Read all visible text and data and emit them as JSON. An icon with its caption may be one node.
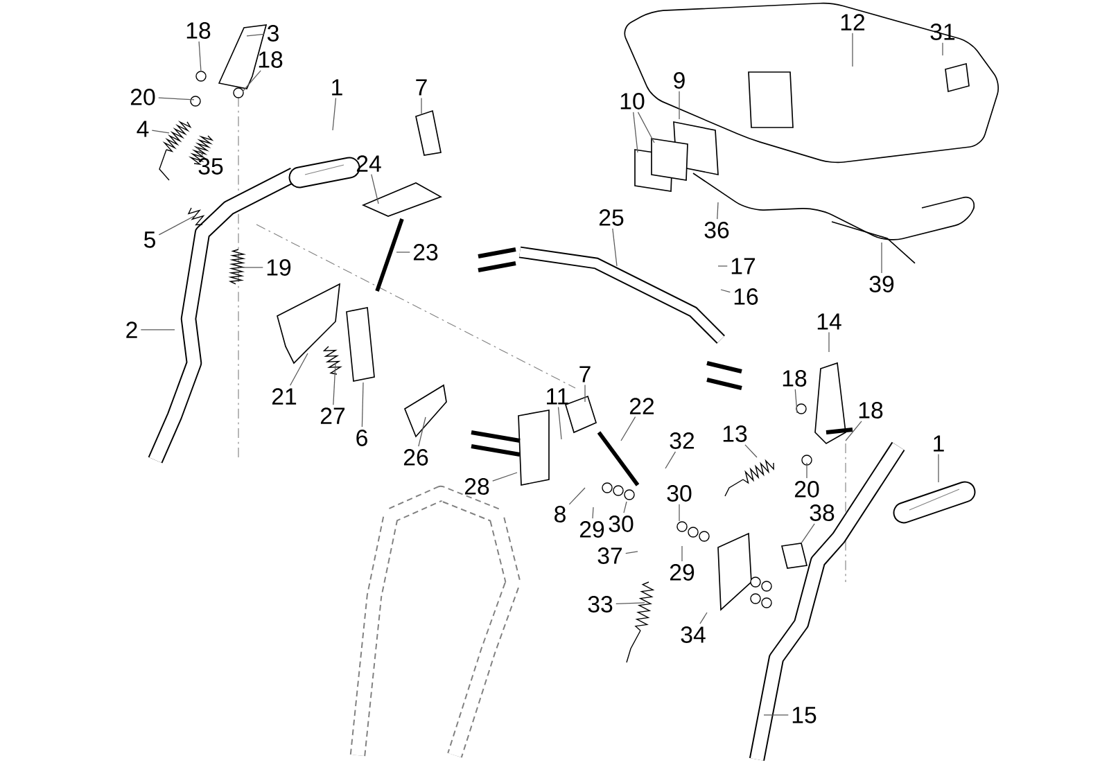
{
  "diagram": {
    "nodes": [
      {
        "text": [
          "18"
        ]
      },
      {
        "text": [
          "3"
        ]
      },
      {
        "text": [
          "18"
        ]
      },
      {
        "text": [
          "20"
        ]
      },
      {
        "text": [
          "4"
        ]
      },
      {
        "text": [
          "35"
        ]
      },
      {
        "text": [
          "5"
        ]
      },
      {
        "text": [
          "1"
        ]
      },
      {
        "text": [
          "7"
        ]
      },
      {
        "text": [
          "24"
        ]
      },
      {
        "text": [
          "23"
        ]
      },
      {
        "text": [
          "19"
        ]
      },
      {
        "text": [
          "2"
        ]
      },
      {
        "text": [
          "21"
        ]
      },
      {
        "text": [
          "27"
        ]
      },
      {
        "text": [
          "6"
        ]
      },
      {
        "text": [
          "26"
        ]
      },
      {
        "text": [
          "12"
        ]
      },
      {
        "text": [
          "31"
        ]
      },
      {
        "text": [
          "9"
        ]
      },
      {
        "text": [
          "10"
        ]
      },
      {
        "text": [
          "36"
        ]
      },
      {
        "text": [
          "25"
        ]
      },
      {
        "text": [
          "17"
        ]
      },
      {
        "text": [
          "16"
        ]
      },
      {
        "text": [
          "39"
        ]
      },
      {
        "text": [
          "14"
        ]
      },
      {
        "text": [
          "18"
        ]
      },
      {
        "text": [
          "18"
        ]
      },
      {
        "text": [
          "13"
        ]
      },
      {
        "text": [
          "20"
        ]
      },
      {
        "text": [
          "1"
        ]
      },
      {
        "text": [
          "38"
        ]
      },
      {
        "text": [
          "7"
        ]
      },
      {
        "text": [
          "11"
        ]
      },
      {
        "text": [
          "22"
        ]
      },
      {
        "text": [
          "32"
        ]
      },
      {
        "text": [
          "28"
        ]
      },
      {
        "text": [
          "8"
        ]
      },
      {
        "text": [
          "29"
        ]
      },
      {
        "text": [
          "30"
        ]
      },
      {
        "text": [
          "30"
        ]
      },
      {
        "text": [
          "29"
        ]
      },
      {
        "text": [
          "37"
        ]
      },
      {
        "text": [
          "33"
        ]
      },
      {
        "text": [
          "34"
        ]
      },
      {
        "text": [
          "15"
        ]
      }
    ],
    "edges": [
      {
        "from": 0,
        "to": null,
        "arrow": "none"
      },
      {
        "from": 1,
        "to": null,
        "arrow": "none"
      },
      {
        "from": 2,
        "to": null,
        "arrow": "none"
      },
      {
        "from": 3,
        "to": null,
        "arrow": "none"
      },
      {
        "from": 4,
        "to": null,
        "arrow": "none"
      },
      {
        "from": 5,
        "to": null,
        "arrow": "none"
      },
      {
        "from": 6,
        "to": null,
        "arrow": "none"
      },
      {
        "from": 7,
        "to": null,
        "arrow": "none"
      },
      {
        "from": 8,
        "to": null,
        "arrow": "none"
      },
      {
        "from": 9,
        "to": null,
        "arrow": "none"
      },
      {
        "from": 10,
        "to": null,
        "arrow": "none"
      },
      {
        "from": 11,
        "to": null,
        "arrow": "none"
      },
      {
        "from": 12,
        "to": null,
        "arrow": "none"
      },
      {
        "from": 13,
        "to": null,
        "arrow": "none"
      },
      {
        "from": 14,
        "to": null,
        "arrow": "none"
      },
      {
        "from": 15,
        "to": null,
        "arrow": "none"
      },
      {
        "from": 16,
        "to": null,
        "arrow": "none"
      },
      {
        "from": 17,
        "to": null,
        "arrow": "none"
      },
      {
        "from": 18,
        "to": null,
        "arrow": "none"
      },
      {
        "from": 19,
        "to": null,
        "arrow": "none"
      },
      {
        "from": 20,
        "to": null,
        "arrow": "none"
      },
      {
        "from": 20,
        "to": null,
        "arrow": "none"
      },
      {
        "from": 21,
        "to": null,
        "arrow": "none"
      },
      {
        "from": 22,
        "to": null,
        "arrow": "none"
      },
      {
        "from": 23,
        "to": null,
        "arrow": "none"
      },
      {
        "from": 24,
        "to": null,
        "arrow": "none"
      },
      {
        "from": 25,
        "to": null,
        "arrow": "none"
      },
      {
        "from": 26,
        "to": null,
        "arrow": "none"
      },
      {
        "from": 27,
        "to": null,
        "arrow": "none"
      },
      {
        "from": 28,
        "to": null,
        "arrow": "none"
      },
      {
        "from": 29,
        "to": null,
        "arrow": "none"
      },
      {
        "from": 30,
        "to": null,
        "arrow": "none"
      },
      {
        "from": 31,
        "to": null,
        "arrow": "none"
      },
      {
        "from": 32,
        "to": null,
        "arrow": "none"
      },
      {
        "from": 33,
        "to": null,
        "arrow": "none"
      },
      {
        "from": 34,
        "to": null,
        "arrow": "none"
      },
      {
        "from": 35,
        "to": null,
        "arrow": "none"
      },
      {
        "from": 36,
        "to": null,
        "arrow": "none"
      },
      {
        "from": 37,
        "to": null,
        "arrow": "none"
      },
      {
        "from": 38,
        "to": null,
        "arrow": "none"
      },
      {
        "from": 39,
        "to": null,
        "arrow": "none"
      },
      {
        "from": 40,
        "to": null,
        "arrow": "none"
      },
      {
        "from": 41,
        "to": null,
        "arrow": "none"
      },
      {
        "from": 42,
        "to": null,
        "arrow": "none"
      },
      {
        "from": 43,
        "to": null,
        "arrow": "none"
      },
      {
        "from": 44,
        "to": null,
        "arrow": "none"
      },
      {
        "from": 45,
        "to": null,
        "arrow": "none"
      },
      {
        "from": 46,
        "to": null,
        "arrow": "none"
      }
    ]
  }
}
